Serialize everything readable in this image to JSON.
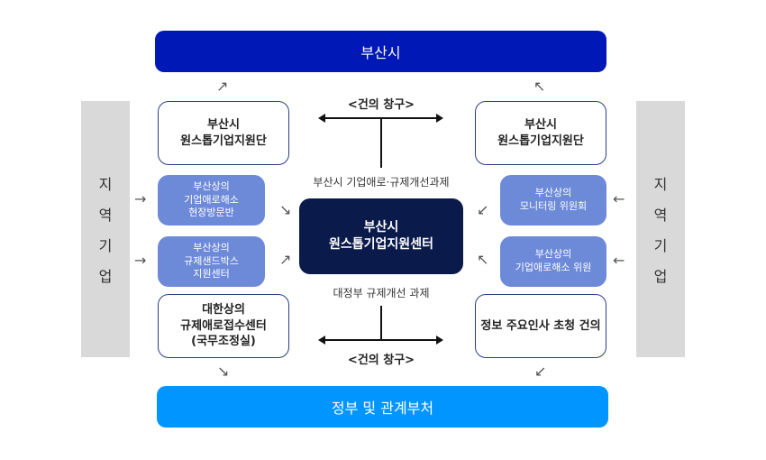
{
  "top_bar": {
    "label": "부산시",
    "color": "#0018b5"
  },
  "bottom_bar": {
    "label": "정부 및 관계부처",
    "color": "#0095ff"
  },
  "side_left": {
    "chars": [
      "지",
      "역",
      "기",
      "업"
    ]
  },
  "side_right": {
    "chars": [
      "지",
      "역",
      "기",
      "업"
    ]
  },
  "left_boxes": [
    {
      "label": "부산시\n원스톱기업지원단",
      "style": "outline"
    },
    {
      "label": "부산상의\n기업애로해소\n현장방문반",
      "style": "fill"
    },
    {
      "label": "부산상의\n규제샌드박스\n지원센터",
      "style": "fill"
    },
    {
      "label": "대한상의\n규제애로접수센터\n(국무조정실)",
      "style": "outline"
    }
  ],
  "right_boxes": [
    {
      "label": "부산시\n원스톱기업지원단",
      "style": "outline"
    },
    {
      "label": "부산상의\n모니터링 위원회",
      "style": "fill"
    },
    {
      "label": "부산상의\n기업애로해소 위원",
      "style": "fill"
    },
    {
      "label": "정보 주요인사 초청 건의",
      "style": "outline"
    }
  ],
  "center_box": {
    "label": "부산시\n원스톱기업지원센터",
    "color": "#0a1a4a"
  },
  "top_channel": {
    "title": "<건의 창구>",
    "caption": "부산시 기업애로·규제개선과제"
  },
  "bottom_channel": {
    "title": "<건의 창구>",
    "caption": "대정부 규제개선 과제"
  },
  "arrows": {
    "up_right": "↗",
    "up_left": "↖",
    "down_right": "↘",
    "down_left": "↙",
    "right": "→",
    "left": "←"
  }
}
